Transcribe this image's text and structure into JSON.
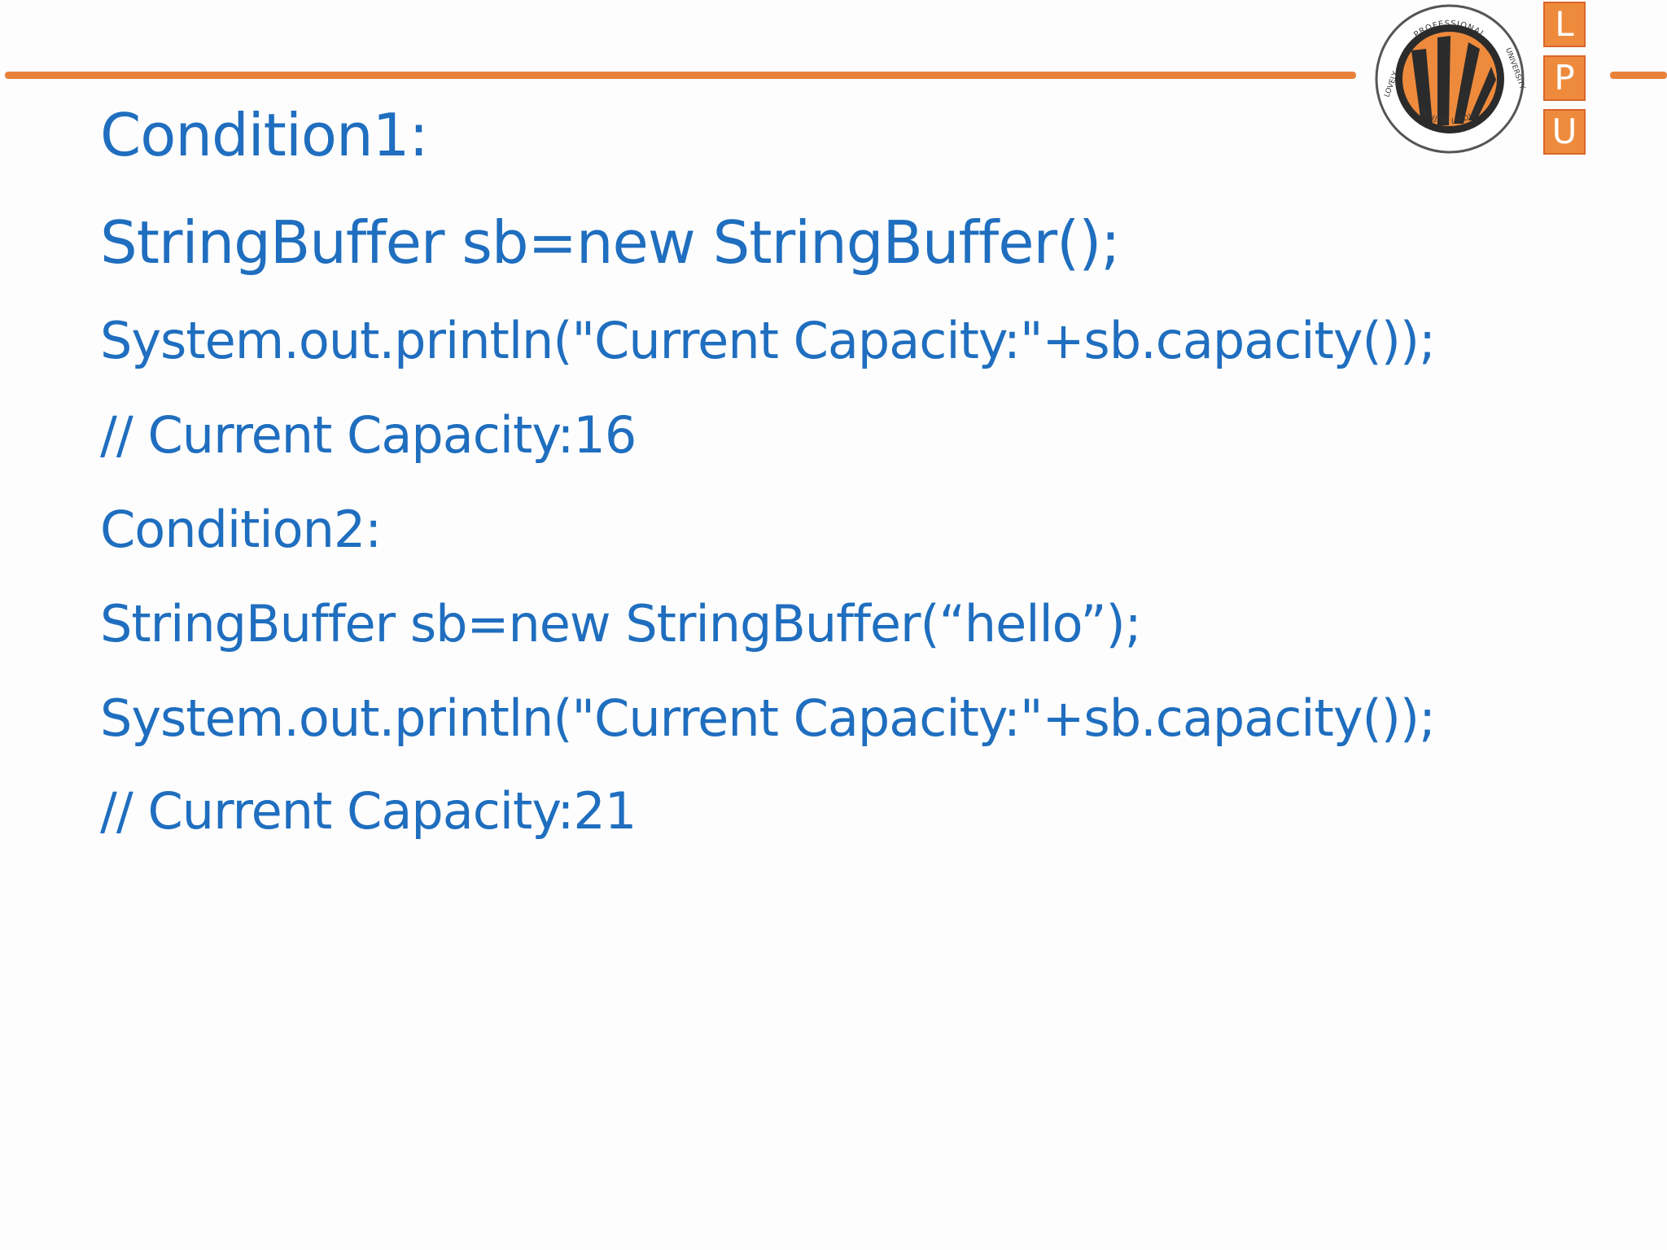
{
  "slide": {
    "lines": [
      "Condition1:",
      "StringBuffer sb=new StringBuffer();",
      "System.out.println(\"Current Capacity:\"+sb.capacity());",
      "// Current Capacity:16",
      "Condition2:",
      "StringBuffer sb=new StringBuffer(“hello”);",
      "System.out.println(\"Current Capacity:\"+sb.capacity());",
      "// Current Capacity:21"
    ]
  },
  "logo": {
    "seal_top": "PROFESSIONAL",
    "seal_left": "LOVELY",
    "seal_right": "UNIVERSITY",
    "seal_bottom": "PUNJAB (INDIA)",
    "letters": [
      "L",
      "P",
      "U"
    ]
  },
  "colors": {
    "text": "#1f6ebf",
    "accent": "#e8823a"
  }
}
